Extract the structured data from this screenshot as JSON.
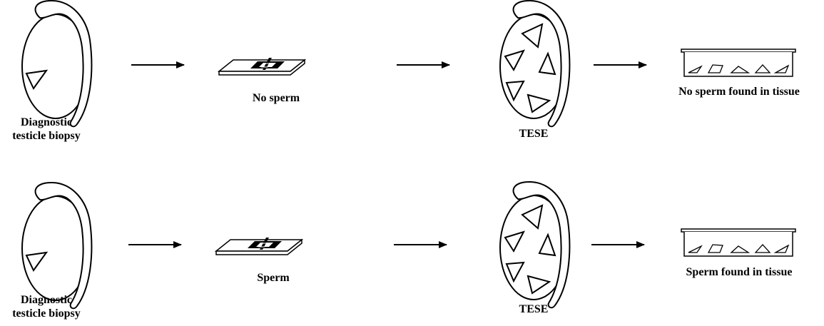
{
  "rows": [
    {
      "step1": {
        "line1": "Diagnostic",
        "line2": "testicle biopsy"
      },
      "step2": {
        "label": "No sperm"
      },
      "step3": {
        "label": "TESE"
      },
      "step4": {
        "label": "No sperm found in tissue"
      }
    },
    {
      "step1": {
        "line1": "Diagnostic",
        "line2": "testicle biopsy"
      },
      "step2": {
        "label": "Sperm"
      },
      "step3": {
        "label": "TESE"
      },
      "step4": {
        "label": "Sperm found in tissue"
      }
    }
  ],
  "colors": {
    "stroke": "#000000",
    "background": "#ffffff"
  }
}
